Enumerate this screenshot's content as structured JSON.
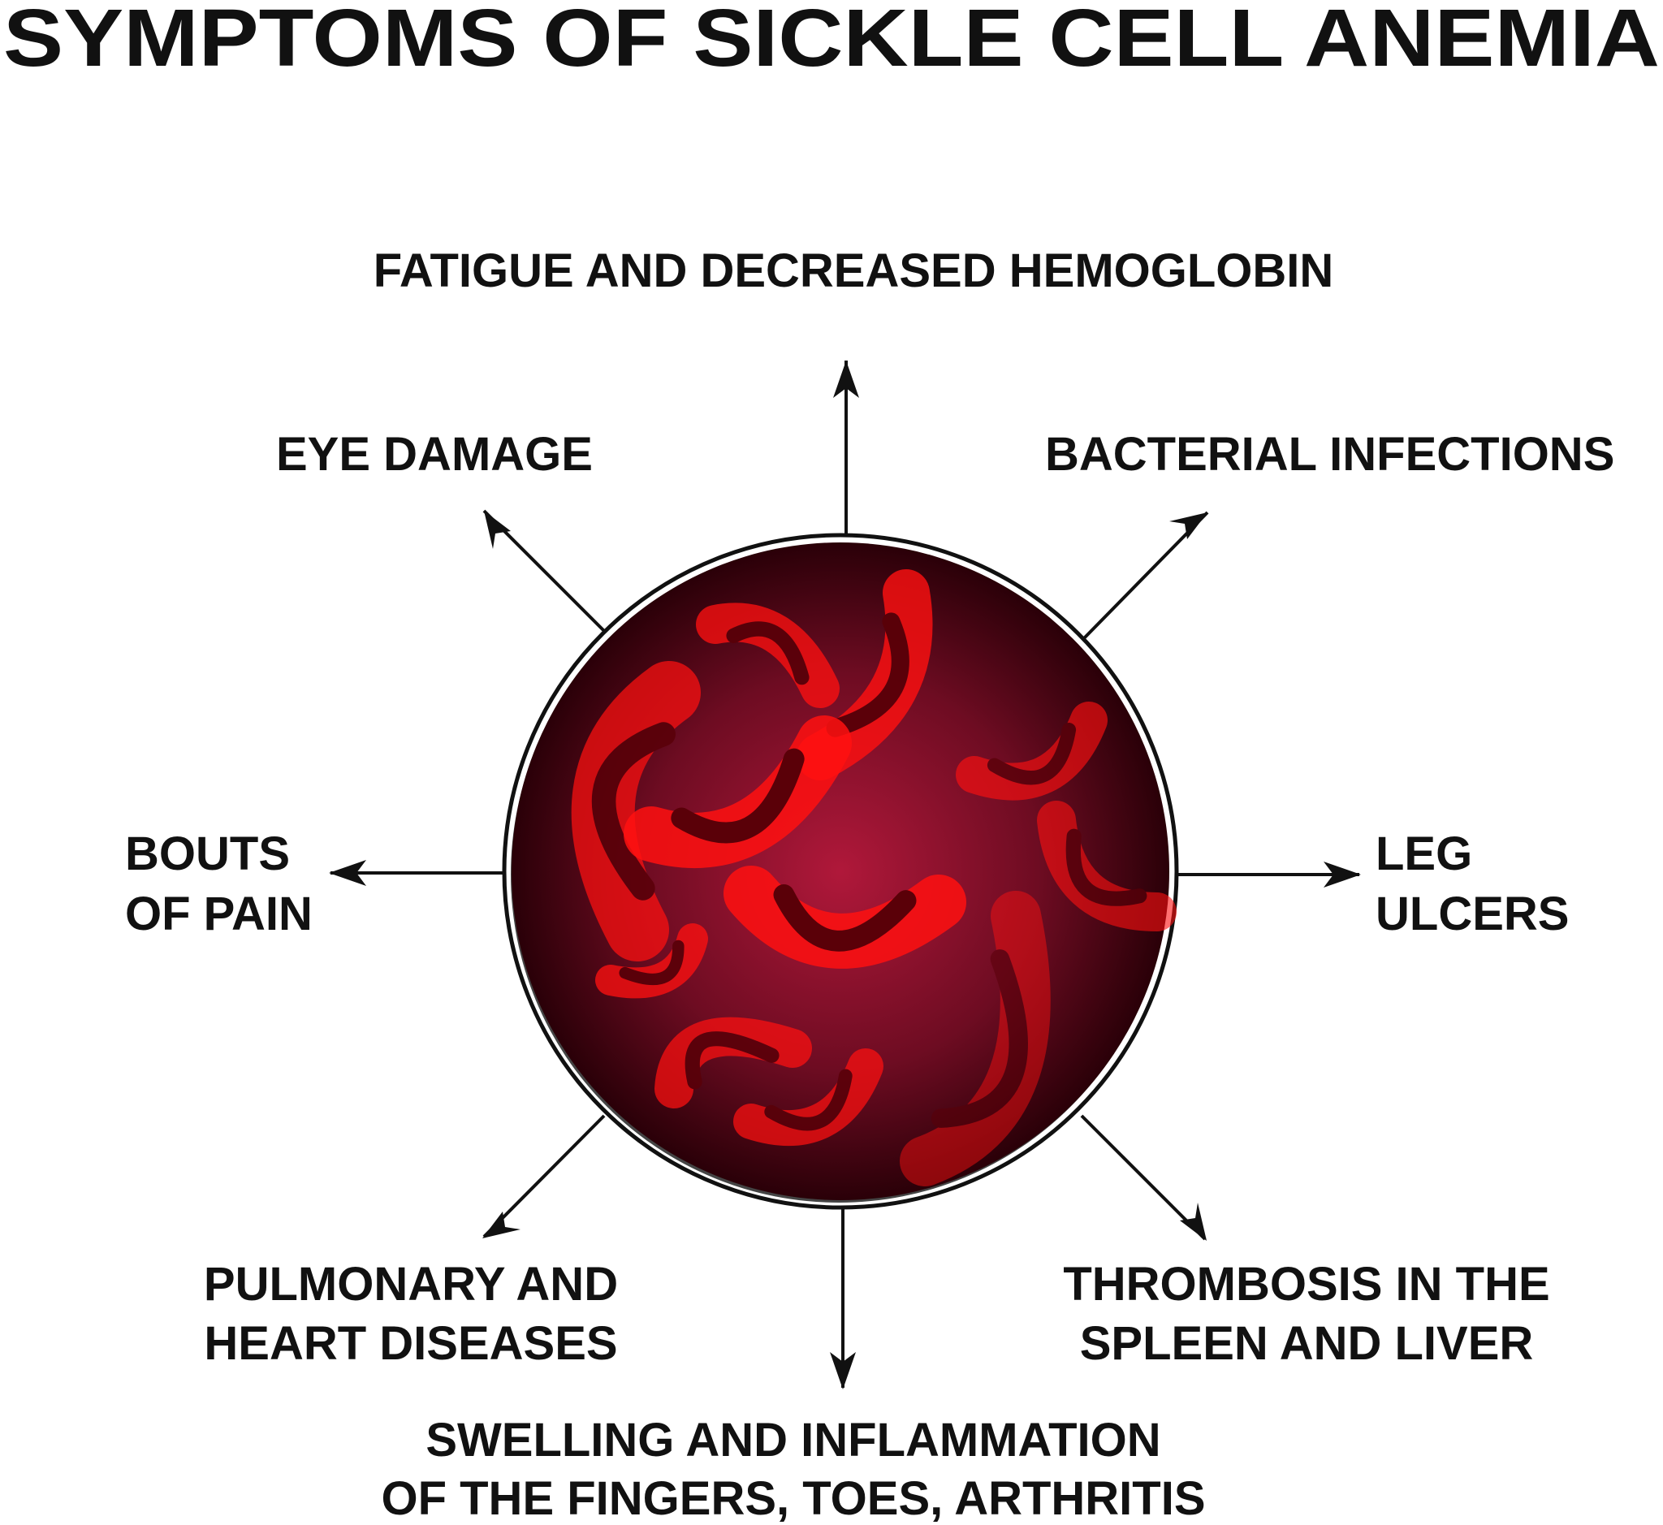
{
  "title": "SYMPTOMS OF SICKLE CELL ANEMIA",
  "symptoms": {
    "top": [
      "FATIGUE AND DECREASED HEMOGLOBIN"
    ],
    "top_left": [
      "EYE DAMAGE"
    ],
    "top_right": [
      "BACTERIAL INFECTIONS"
    ],
    "left": [
      "BOUTS",
      "OF PAIN"
    ],
    "right": [
      "LEG",
      "ULCERS"
    ],
    "bottom_left": [
      "PULMONARY AND",
      "HEART DISEASES"
    ],
    "bottom_right": [
      "THROMBOSIS IN THE",
      "SPLEEN AND LIVER"
    ],
    "bottom": [
      "SWELLING AND INFLAMMATION",
      "OF THE FINGERS, TOES, ARTHRITIS"
    ]
  },
  "colors": {
    "cell_bright": "#ff1010",
    "cell_core": "#5a0008",
    "blood_center": "#b0183a",
    "blood_edge": "#2a0008"
  }
}
